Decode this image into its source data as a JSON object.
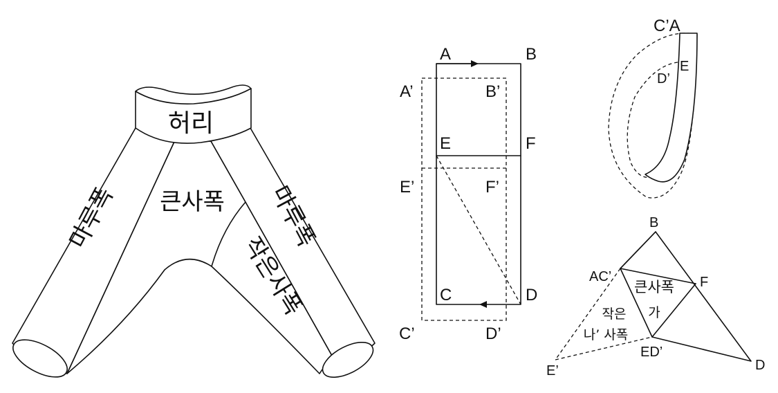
{
  "pants": {
    "waist": "허리",
    "big_panel": "큰사폭",
    "left_leg": "마루폭",
    "right_leg": "마루폭",
    "small_panel": "작은사폭"
  },
  "rect": {
    "A": "A",
    "B": "B",
    "A2": "A’",
    "B2": "B’",
    "E": "E",
    "F": "F",
    "E2": "E’",
    "F2": "F’",
    "C": "C",
    "D": "D",
    "C2": "C’",
    "D2": "D’"
  },
  "loop": {
    "CA": "C’A",
    "E": "E",
    "D2": "D’"
  },
  "tri": {
    "B": "B",
    "F": "F",
    "AC": "AC’",
    "D": "D",
    "ED": "ED’",
    "E2": "E’",
    "big": "큰사폭",
    "ga": "가",
    "small": "작은",
    "na": "나’ 사폭"
  }
}
